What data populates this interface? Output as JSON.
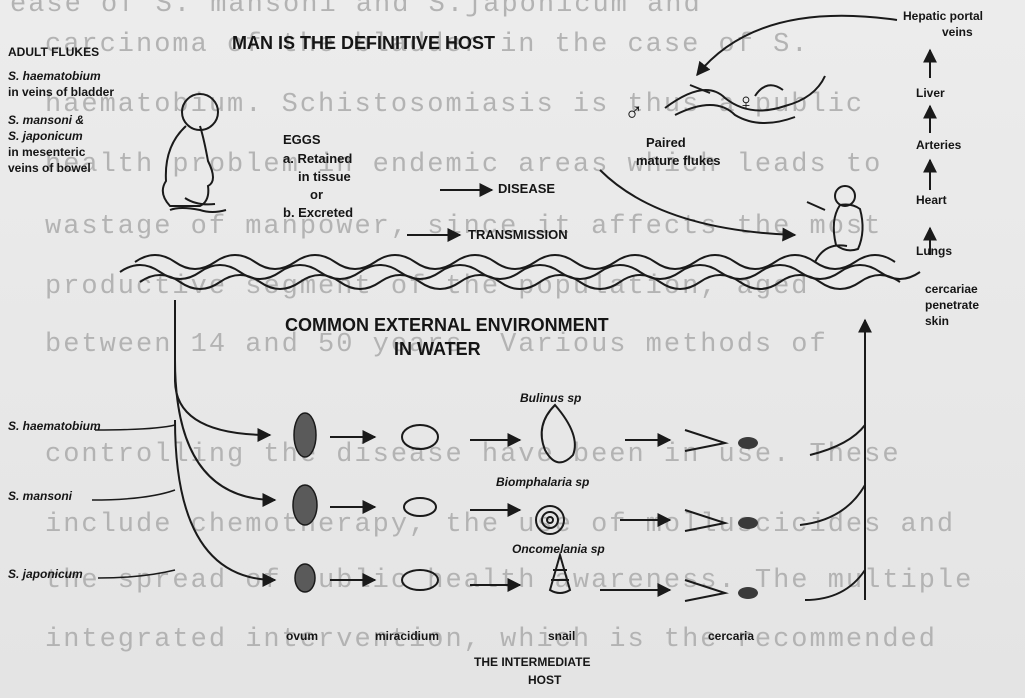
{
  "background_text": [
    "ease of S. mansoni and S.japonicum and",
    "carcinoma of the bladder in the case of S.",
    "haematobium. Schistosomiasis is thus a public",
    "health problem in endemic areas which leads to",
    "wastage of manpower, since it affects the most",
    "productive segment of the population, aged",
    "between 14 and 50 years. Various methods of",
    "controlling the disease have been in use. These",
    "include chemotherapy, the use of molluscicides and",
    "the spread of public health awareness. The multiple",
    "integrated intervention, which is the recommended"
  ],
  "diagram": {
    "title": "MAN IS THE DEFINITIVE HOST",
    "adult_flukes": {
      "heading": "ADULT FLUKES",
      "haem_species": "S. haematobium",
      "haem_location": "in veins of bladder",
      "mansoni_japonicum": "S. mansoni &",
      "japonicum": "S. japonicum",
      "mesenteric_location": "in mesenteric",
      "bowel_location": "veins of bowel"
    },
    "eggs": {
      "heading": "EGGS",
      "retained_a": "a. Retained",
      "retained_b": "in tissue",
      "or": "or",
      "excreted": "b. Excreted",
      "disease": "DISEASE",
      "transmission": "TRANSMISSION"
    },
    "paired_flukes": {
      "line1": "Paired",
      "line2": "mature flukes",
      "male_symbol": "♂",
      "female_symbol": "♀"
    },
    "migration": [
      "Hepatic portal",
      "veins",
      "Liver",
      "Arteries",
      "Heart",
      "Lungs"
    ],
    "cercariae": [
      "cercariae",
      "penetrate",
      "skin"
    ],
    "environment": {
      "line1": "COMMON EXTERNAL ENVIRONMENT",
      "line2": "IN WATER"
    },
    "species": [
      "S. haematobium",
      "S. mansoni",
      "S. japonicum"
    ],
    "snails": [
      "Bulinus sp",
      "Biomphalaria sp",
      "Oncomelania sp"
    ],
    "stages": [
      "ovum",
      "miracidium",
      "snail",
      "cercaria"
    ],
    "intermediate": {
      "line1": "THE INTERMEDIATE",
      "line2": "HOST"
    }
  }
}
